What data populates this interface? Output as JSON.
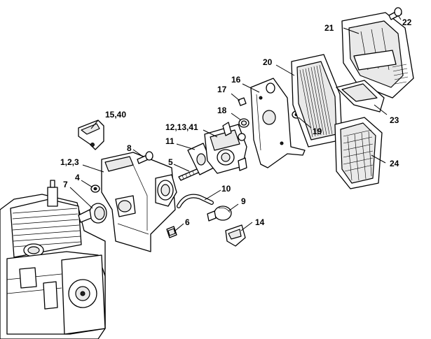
{
  "callouts": [
    {
      "id": "c22",
      "text": "22"
    },
    {
      "id": "c21",
      "text": "21"
    },
    {
      "id": "c20",
      "text": "20"
    },
    {
      "id": "c16",
      "text": "16"
    },
    {
      "id": "c17",
      "text": "17"
    },
    {
      "id": "c18",
      "text": "18"
    },
    {
      "id": "c19",
      "text": "19"
    },
    {
      "id": "c23",
      "text": "23"
    },
    {
      "id": "c24",
      "text": "24"
    },
    {
      "id": "c1540",
      "text": "15,40"
    },
    {
      "id": "c121341",
      "text": "12,13,41"
    },
    {
      "id": "c11",
      "text": "11"
    },
    {
      "id": "c8",
      "text": "8"
    },
    {
      "id": "c5",
      "text": "5"
    },
    {
      "id": "c123",
      "text": "1,2,3"
    },
    {
      "id": "c4",
      "text": "4"
    },
    {
      "id": "c7",
      "text": "7"
    },
    {
      "id": "c10",
      "text": "10"
    },
    {
      "id": "c9",
      "text": "9"
    },
    {
      "id": "c6",
      "text": "6"
    },
    {
      "id": "c14",
      "text": "14"
    }
  ]
}
